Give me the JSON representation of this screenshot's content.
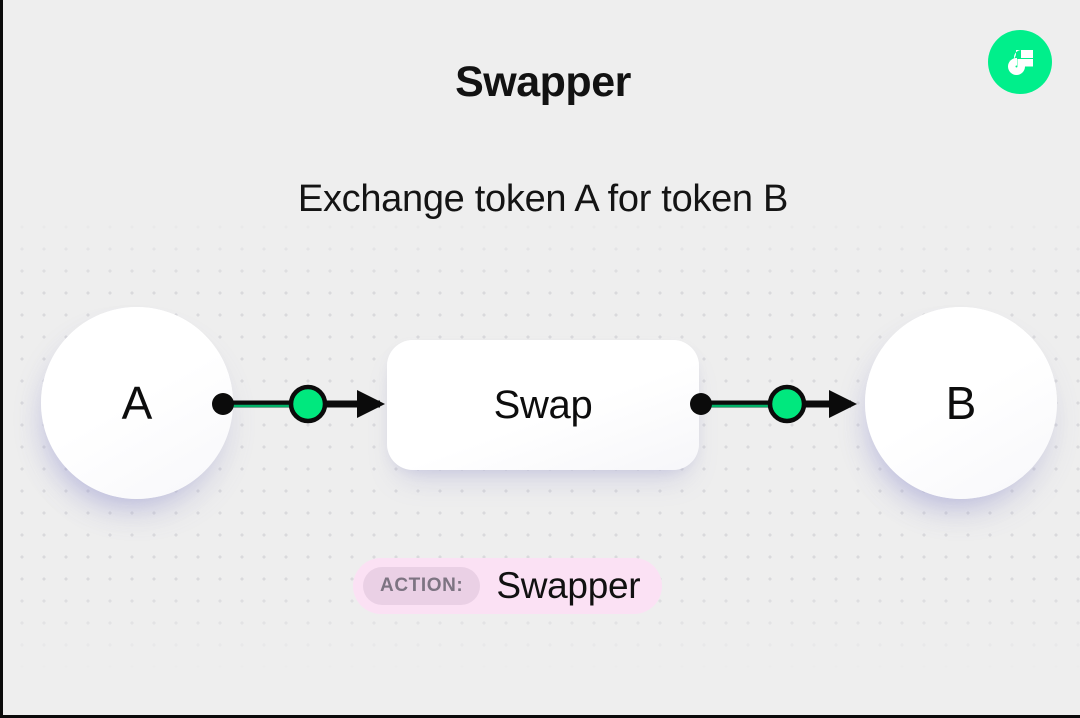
{
  "header": {
    "title": "Swapper",
    "subtitle": "Exchange token A for token B"
  },
  "brand": {
    "logo_name": "flow-logo-icon",
    "logo_bg": "#00ef8b",
    "logo_fg": "#ffffff",
    "logo_accent": "#2bffa0"
  },
  "diagram": {
    "nodes": [
      {
        "id": "token-a",
        "label": "A",
        "shape": "circle"
      },
      {
        "id": "swap",
        "label": "Swap",
        "shape": "rounded-rect"
      },
      {
        "id": "token-b",
        "label": "B",
        "shape": "circle"
      }
    ],
    "edges": [
      {
        "id": "edge-1",
        "from": "token-a",
        "to": "swap",
        "marker": "green-dot",
        "arrow": "filled-triangle"
      },
      {
        "id": "edge-2",
        "from": "swap",
        "to": "token-b",
        "marker": "green-dot",
        "arrow": "filled-triangle"
      }
    ],
    "colors": {
      "edge_line": "#0b0b0b",
      "edge_highlight": "#00b268",
      "node_marker": "#00e87e",
      "node_fill": "#ffffff",
      "background": "#eeeeee",
      "dot_grid": "#d9d9dc"
    }
  },
  "action": {
    "chip_label": "ACTION:",
    "value": "Swapper",
    "badge_bg": "#fbe1f4",
    "chip_bg": "#ead0e5"
  }
}
